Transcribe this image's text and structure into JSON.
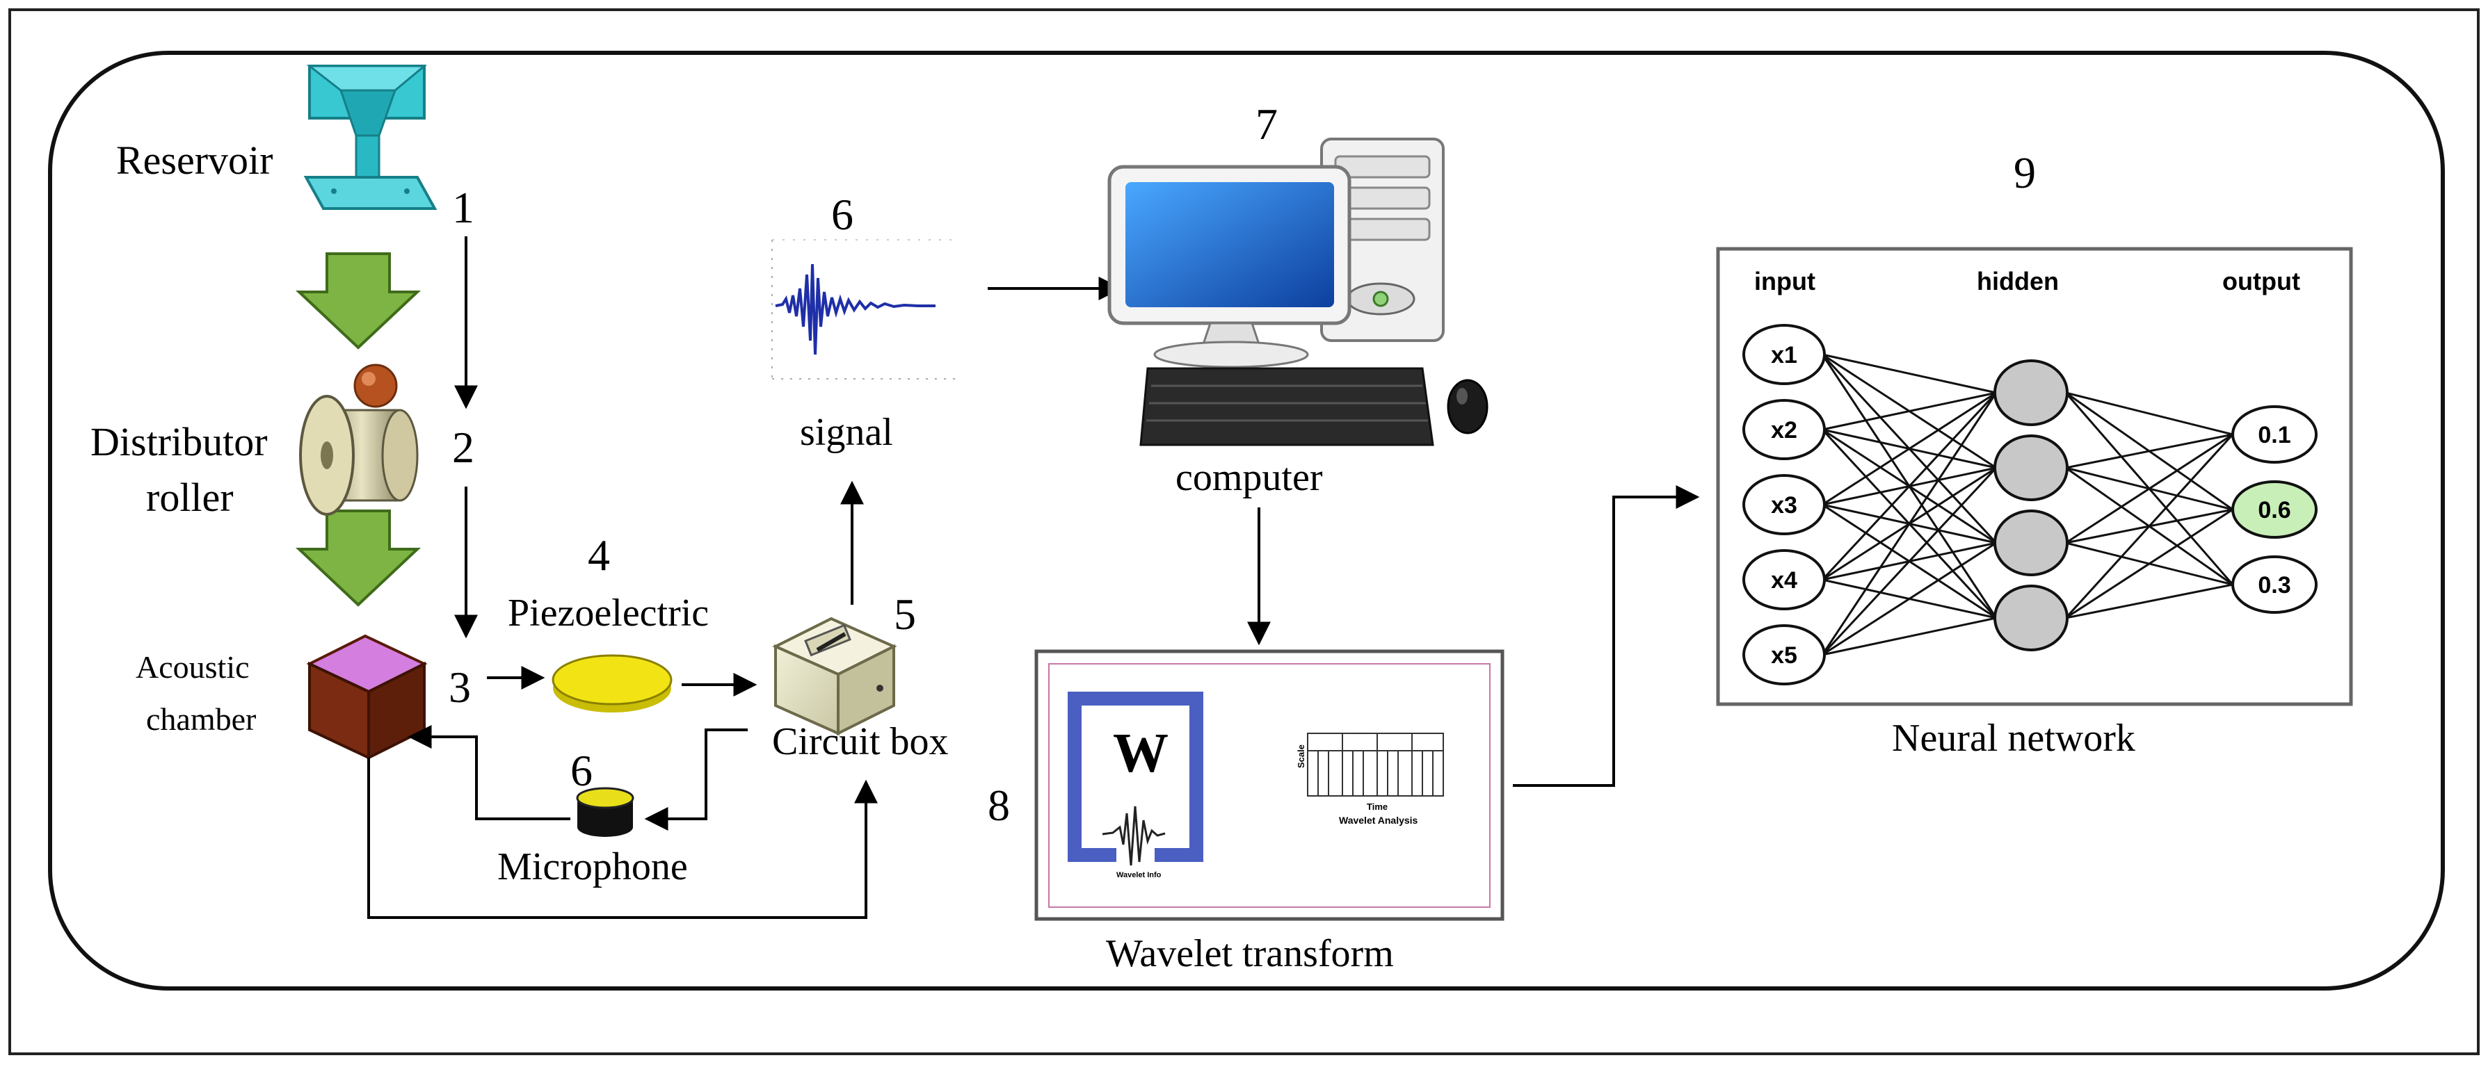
{
  "diagram": {
    "step_numbers": {
      "s1": "1",
      "s2": "2",
      "s3": "3",
      "s4": "4",
      "s5": "5",
      "s6_signal": "6",
      "s6_mic": "6",
      "s7": "7",
      "s8": "8",
      "s9": "9"
    },
    "labels": {
      "reservoir": "Reservoir",
      "distributor_line1": "Distributor",
      "distributor_line2": "roller",
      "acoustic_line1": "Acoustic",
      "acoustic_line2": "chamber",
      "piezoelectric": "Piezoelectric",
      "circuit_box": "Circuit box",
      "microphone": "Microphone",
      "signal": "signal",
      "computer": "computer",
      "wavelet_transform": "Wavelet transform",
      "neural_network": "Neural network"
    },
    "neural_network": {
      "col_input": "input",
      "col_hidden": "hidden",
      "col_output": "output",
      "inputs": [
        "x1",
        "x2",
        "x3",
        "x4",
        "x5"
      ],
      "hidden_count": 4,
      "outputs": [
        "0.1",
        "0.6",
        "0.3"
      ],
      "highlight_output_index": 1
    },
    "wavelet": {
      "logo_letter": "W",
      "logo_caption": "Wavelet Info",
      "chart_ylabel": "Scale",
      "chart_xlabel": "Time",
      "chart_caption": "Wavelet Analysis"
    },
    "colors": {
      "arrow_green": "#7db443",
      "reservoir_cyan": "#2fc4cf",
      "chamber_brown": "#7a2b12",
      "chamber_pink": "#d47ee0",
      "piezo_yellow": "#f2e414",
      "signal_blue": "#1f2fa8",
      "screen_blue": "#1565c0",
      "highlight_green": "#c9efb8",
      "node_gray": "#c8c8c8",
      "wavelet_frame_blue": "#4a5fc1"
    }
  }
}
